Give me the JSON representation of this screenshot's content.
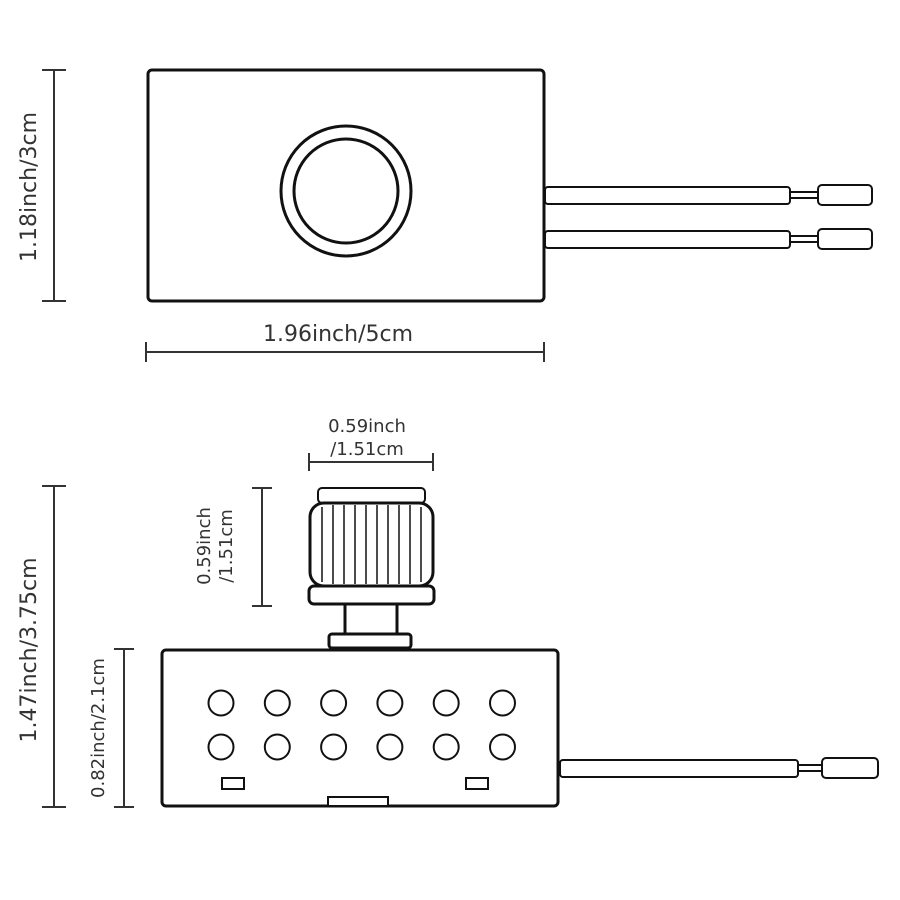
{
  "dimensions": {
    "top_height": "1.18inch/3cm",
    "top_width": "1.96inch/5cm",
    "knob_width_line1": "0.59inch",
    "knob_width_line2": "/1.51cm",
    "knob_height_line1": "0.59inch",
    "knob_height_line2": "/1.51cm",
    "total_height": "1.47inch/3.75cm",
    "body_height": "0.82inch/2.1cm"
  },
  "colors": {
    "outline": "#111111",
    "dimension_text": "#333333",
    "background": "#ffffff"
  },
  "vent_holes": {
    "rows": 2,
    "columns": 6
  }
}
